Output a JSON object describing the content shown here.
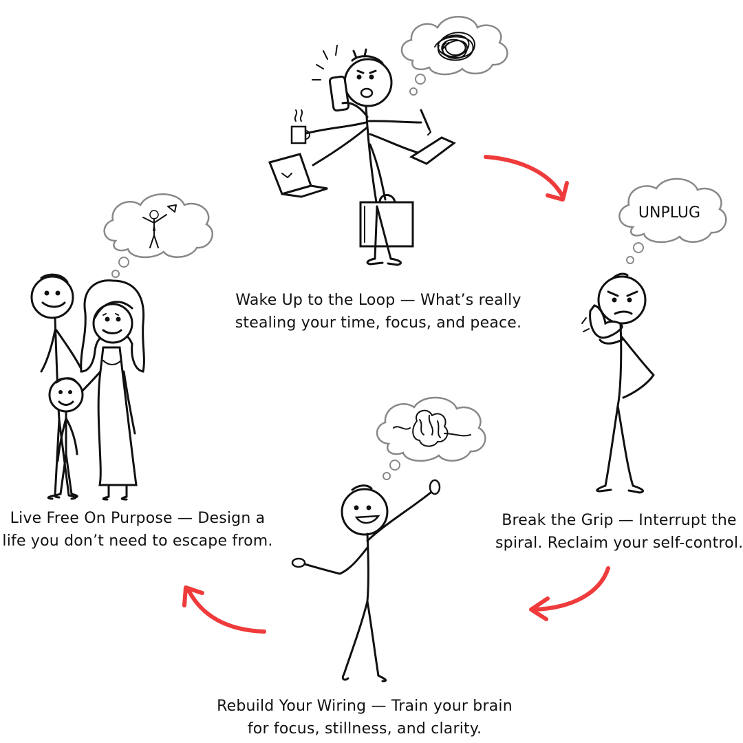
{
  "diagram": {
    "stages": [
      {
        "id": "wake",
        "lines": [
          "Wake Up to the Loop — What’s really",
          "stealing your time, focus, and peace."
        ]
      },
      {
        "id": "grip",
        "lines": [
          "Break the Grip — Interrupt the",
          "spiral. Reclaim your self-control."
        ],
        "thought": "UNPLUG"
      },
      {
        "id": "rebuild",
        "lines": [
          "Rebuild Your Wiring — Train your brain",
          "for focus, stillness, and clarity."
        ]
      },
      {
        "id": "free",
        "lines": [
          "Live Free On Purpose — Design a",
          "life you don’t need to escape from."
        ]
      }
    ],
    "colors": {
      "arrow": "#ef3b3b",
      "ink": "#111111",
      "cloud": "#888888"
    },
    "icons": [
      "stressed-stick-figure",
      "tangled-scribble-icon",
      "thinking-stick-figure",
      "happy-stick-figure",
      "brain-icon",
      "family-stick-figures",
      "cycle-arrow-icon"
    ]
  }
}
